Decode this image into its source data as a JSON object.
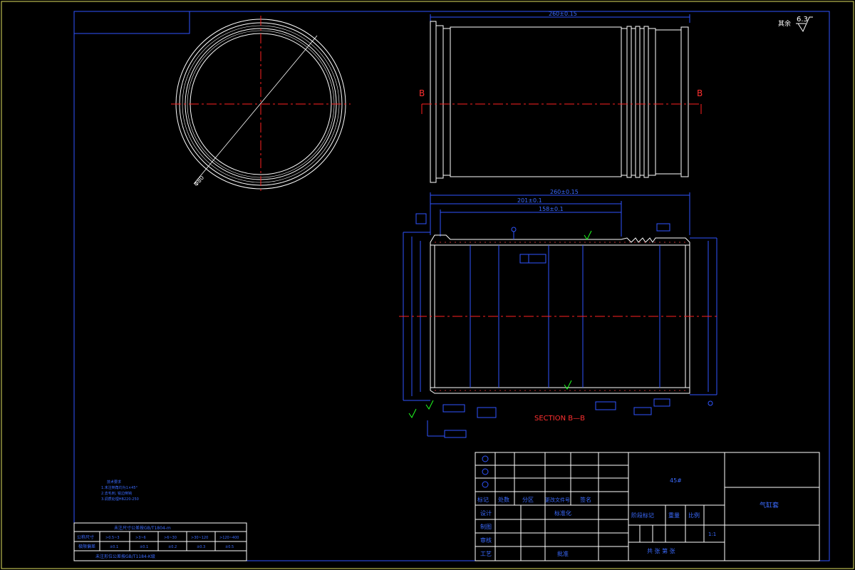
{
  "surface_mark": {
    "prefix": "其余",
    "value": "6.3"
  },
  "section": {
    "cut_label": "B",
    "title": "SECTION B—B"
  },
  "dims": {
    "top_overall": "260±0.15",
    "sec_overall": "260±0.15",
    "sec_upper": "201±0.1",
    "sec_inner": "158±0.1",
    "circle_dia": "Φ80"
  },
  "title_block": {
    "rows": [
      "标记",
      "处数",
      "分区",
      "更改文件号",
      "签名"
    ],
    "left_rows": [
      "设计",
      "制图",
      "审核",
      "工艺"
    ],
    "standardized": "标准化",
    "approve": "批准",
    "material": "45#",
    "part_name": "气缸套",
    "stage_head": [
      "阶段标记",
      "重量",
      "比例"
    ],
    "scale": "1:1",
    "sheet": "共 张 第 张"
  },
  "notes": {
    "heading": "技术要求",
    "lines": [
      "1.未注倒角均为1×45°",
      "2.去毛刺, 锐边倒钝",
      "3.调质处理HB220-250"
    ]
  },
  "tolerance_table": {
    "title": "未注尺寸公差按GB/T1804-m",
    "header": [
      "公称尺寸",
      ">0.5~3",
      ">3~6",
      ">6~30",
      ">30~120",
      ">120~400"
    ],
    "row": [
      "极限偏差",
      "±0.1",
      "±0.1",
      "±0.2",
      "±0.3",
      "±0.5"
    ],
    "footer": "未注形位公差按GB/T1184-K级"
  },
  "colors": {
    "blue": "#2f55ff",
    "red": "#ff2020",
    "white": "#ffffff",
    "green": "#20ff20",
    "yellow": "#ffff40"
  }
}
